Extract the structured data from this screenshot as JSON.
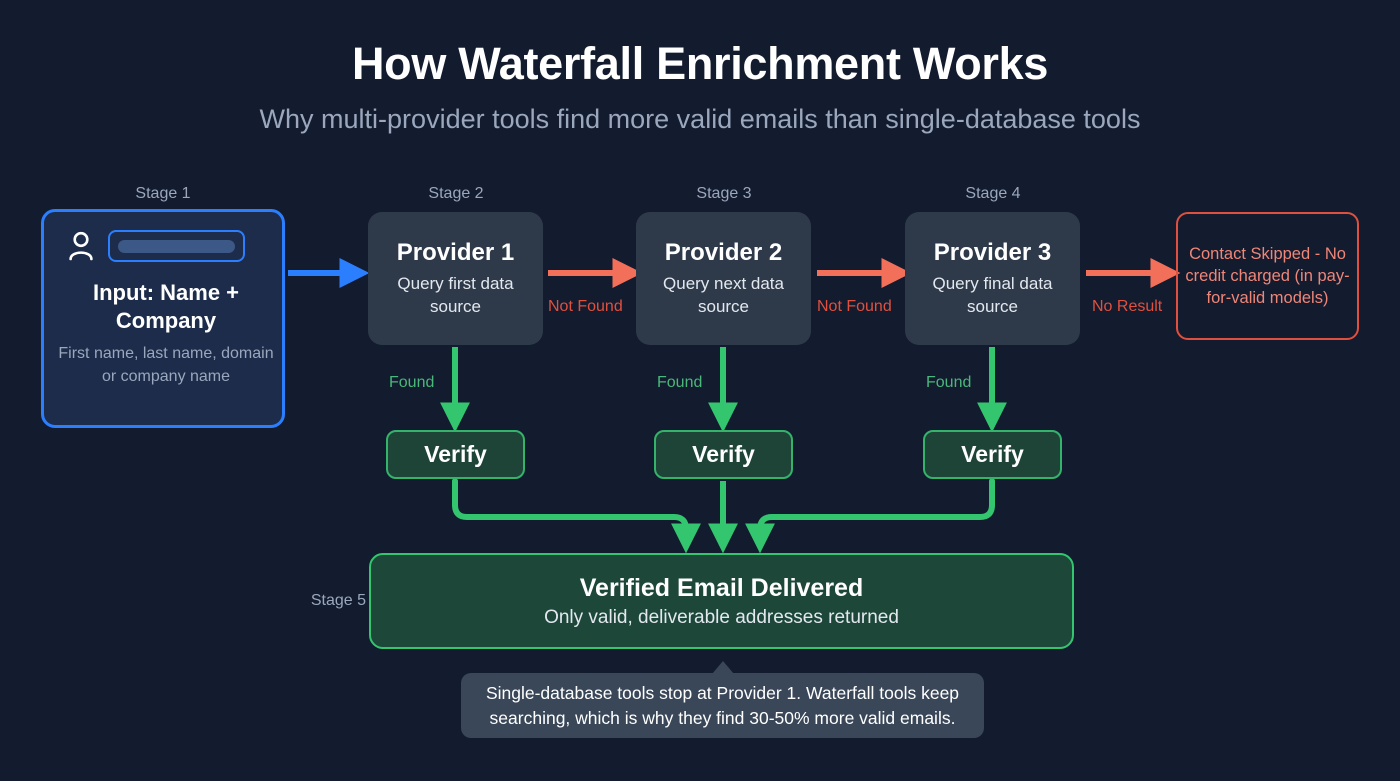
{
  "header": {
    "title": "How Waterfall Enrichment Works",
    "subtitle": "Why multi-provider tools find more valid emails than single-database tools"
  },
  "colors": {
    "background": "#131b2e",
    "input_accent": "#2b7fff",
    "provider_fill": "#2e3a4a",
    "fail_red": "#e0503f",
    "fail_arrow": "#f2705a",
    "success_green": "#34c56f",
    "success_fill": "#1d4739",
    "muted_text": "#9aa7bd"
  },
  "stages": {
    "stage1_label": "Stage 1",
    "stage2_label": "Stage 2",
    "stage3_label": "Stage 3",
    "stage4_label": "Stage 4",
    "stage5_label": "Stage 5"
  },
  "input_card": {
    "icon": "person-icon",
    "field_value": "",
    "title": "Input: Name + Company",
    "subtitle": "First name, last name, domain or company name"
  },
  "providers": [
    {
      "title": "Provider 1",
      "subtitle": "Query first data source",
      "fail_label": "Not Found",
      "success_label": "Found",
      "verify_label": "Verify"
    },
    {
      "title": "Provider 2",
      "subtitle": "Query next data source",
      "fail_label": "Not Found",
      "success_label": "Found",
      "verify_label": "Verify"
    },
    {
      "title": "Provider 3",
      "subtitle": "Query final data source",
      "fail_label": "No Result",
      "success_label": "Found",
      "verify_label": "Verify"
    }
  ],
  "skipped_box": {
    "text": "Contact Skipped - No credit charged (in pay-for-valid models)"
  },
  "delivered": {
    "title": "Verified Email Delivered",
    "subtitle": "Only valid, deliverable addresses returned"
  },
  "callout": {
    "text": "Single-database tools stop at Provider 1. Waterfall tools keep searching, which is why they find 30-50% more valid emails."
  }
}
